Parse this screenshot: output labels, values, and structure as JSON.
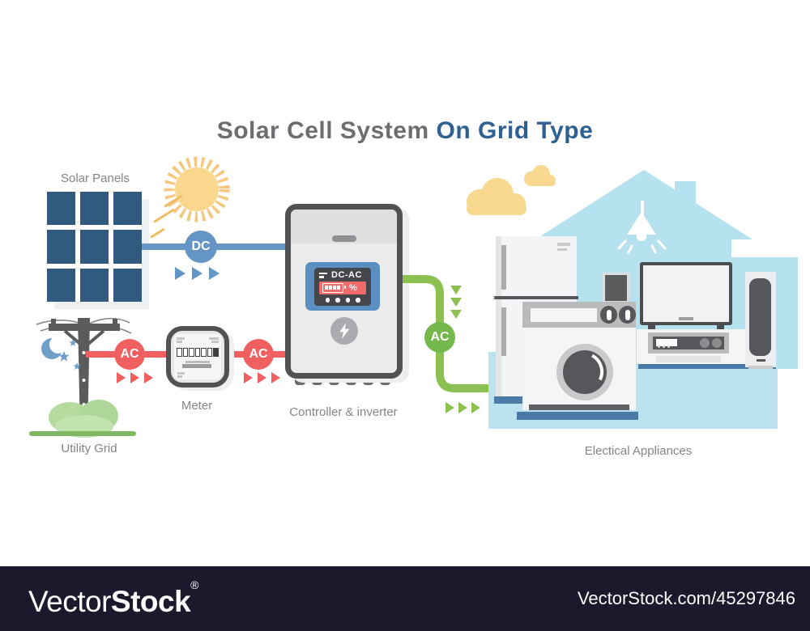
{
  "title": {
    "main": "Solar Cell System",
    "highlight": "On Grid Type"
  },
  "labels": {
    "solar_panels": "Solar Panels",
    "utility_grid": "Utility Grid",
    "meter": "Meter",
    "controller_inverter": "Controller & inverter",
    "electrical_appliances": "Electical Appliances"
  },
  "badges": {
    "dc": "DC",
    "ac": "AC"
  },
  "inverter_display": {
    "mode": "DC-AC",
    "percent": "%"
  },
  "watermark": {
    "brand_regular": "Vector",
    "brand_bold": "Stock",
    "registered": "®",
    "credit_url": "VectorStock.com/45297846"
  },
  "colors": {
    "dc_blue": "#6495c4",
    "panel_navy": "#32597e",
    "ac_red": "#f06060",
    "ac_green": "#8cc152",
    "house_blue": "#b6e1ee",
    "floor_strip_blue": "#4a7ba6",
    "title_gray": "#6d6e71",
    "title_blue": "#2e6191",
    "label_gray": "#828487",
    "sun_yellow": "#f9d78d",
    "cloud_yellow": "#f8d88e",
    "watermark_navy": "#1a1a2c"
  }
}
